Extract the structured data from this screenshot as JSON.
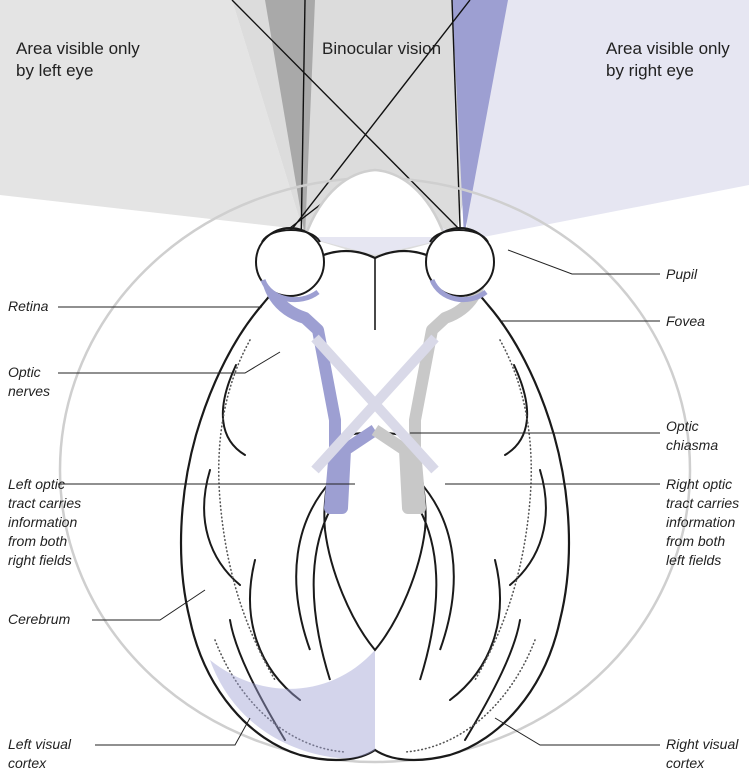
{
  "fields": {
    "left_only": [
      "Area visible only",
      "by left eye"
    ],
    "binocular": [
      "Binocular vision"
    ],
    "right_only": [
      "Area visible only",
      "by right eye"
    ]
  },
  "labels": {
    "retina": [
      "Retina"
    ],
    "optic_nerves": [
      "Optic",
      "nerves"
    ],
    "left_tract": [
      "Left optic",
      "tract carries",
      "information",
      "from both",
      "right fields"
    ],
    "cerebrum": [
      "Cerebrum"
    ],
    "left_visual_cortex": [
      "Left visual",
      "cortex"
    ],
    "pupil": [
      "Pupil"
    ],
    "fovea": [
      "Fovea"
    ],
    "optic_chiasma": [
      "Optic",
      "chiasma"
    ],
    "right_tract": [
      "Right optic",
      "tract carries",
      "information",
      "from both",
      "left fields"
    ],
    "right_visual_cortex": [
      "Right visual",
      "cortex"
    ]
  },
  "colors": {
    "left_field": "#e4e4e4",
    "binocular_field": "#dcdcdc",
    "right_field": "#e6e6f2",
    "left_pathway": "#9d9fd2",
    "right_pathway": "#c8c8c8",
    "head_outline": "#cfcfcf"
  }
}
